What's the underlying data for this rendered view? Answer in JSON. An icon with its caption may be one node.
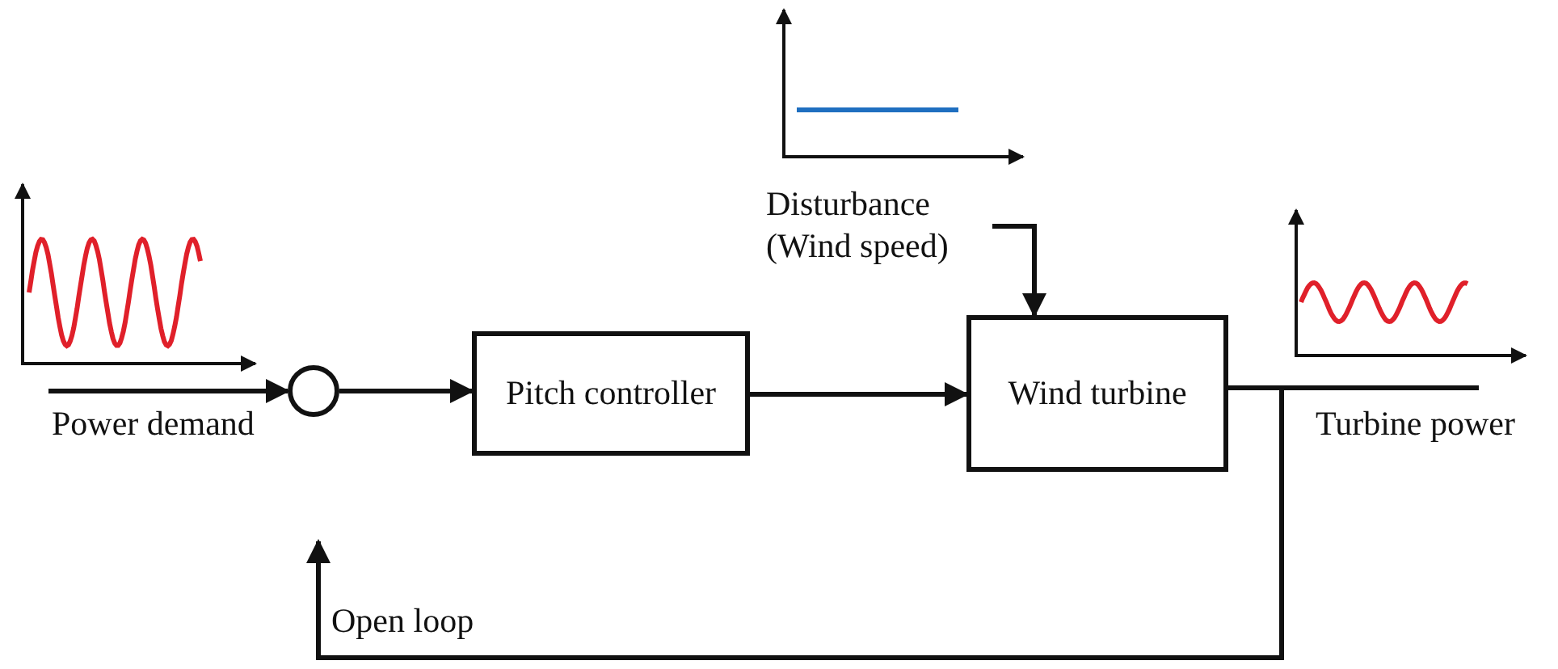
{
  "diagram": {
    "nodes": [
      {
        "text": [],
        "shape": "circle"
      },
      {
        "text": [
          "Pitch controller"
        ]
      },
      {
        "text": [
          "Disturbance (Wind speed)"
        ]
      },
      {
        "text": [
          "Wind turbine"
        ]
      }
    ],
    "edges": [
      {
        "from": null,
        "to": 0,
        "arrow": "to",
        "label": "Power demand"
      },
      {
        "from": 0,
        "to": 1,
        "arrow": "to"
      },
      {
        "from": 1,
        "to": 3,
        "arrow": "to"
      },
      {
        "from": 2,
        "to": 3,
        "arrow": "to"
      },
      {
        "from": 3,
        "to": null,
        "arrow": "none",
        "label": "Turbine power"
      },
      {
        "from": 3,
        "to": null,
        "arrow": "to",
        "label": "Open loop"
      }
    ]
  }
}
